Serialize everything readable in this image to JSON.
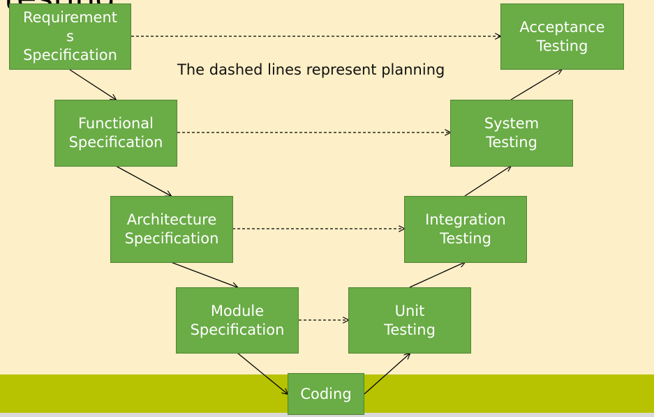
{
  "slide": {
    "title_fragment": "testing",
    "caption": "The dashed lines represent planning"
  },
  "colors": {
    "background": "#fdefc7",
    "box_fill": "#6aac46",
    "box_border": "#4e8431",
    "bottom_band": "#b7c300",
    "box_text": "#ffffff"
  },
  "nodes": {
    "requirements": {
      "lines": [
        "Requirement",
        "s",
        "Specification"
      ]
    },
    "functional": {
      "lines": [
        "Functional",
        "Specification"
      ]
    },
    "architecture": {
      "lines": [
        "Architecture",
        "Specification"
      ]
    },
    "module": {
      "lines": [
        "Module",
        "Specification"
      ]
    },
    "coding": {
      "lines": [
        "Coding"
      ]
    },
    "unit": {
      "lines": [
        "Unit",
        "Testing"
      ]
    },
    "integration": {
      "lines": [
        "Integration",
        "Testing"
      ]
    },
    "system": {
      "lines": [
        "System",
        "Testing"
      ]
    },
    "acceptance": {
      "lines": [
        "Acceptance",
        "Testing"
      ]
    }
  }
}
